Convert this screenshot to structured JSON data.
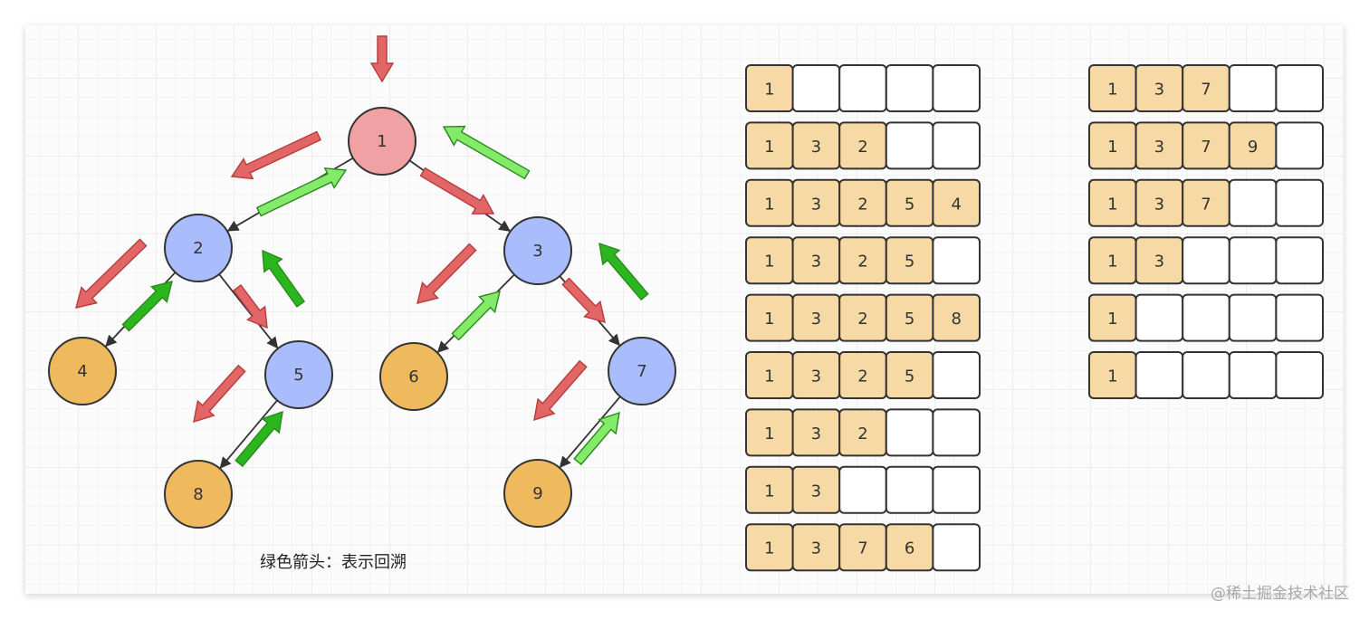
{
  "colors": {
    "grid": "#e4e4e4",
    "panel_bg": "#fbfbfb",
    "root_fill": "#f0a1a3",
    "mid_fill": "#a9bcfb",
    "leaf_fill": "#efb95d",
    "cell_filled": "#f6d9a5",
    "cell_empty": "#ffffff",
    "cell_stroke": "#333333",
    "red_arrow": "#e36666",
    "red_arrow_stroke": "#b53d3d",
    "green_arrow_light": "#84ea6a",
    "green_arrow_dark": "#2bb51e",
    "green_arrow_stroke": "#2a8a1c",
    "edge": "#333333"
  },
  "tree": {
    "nodes": [
      {
        "id": "1",
        "label": "1",
        "kind": "root"
      },
      {
        "id": "2",
        "label": "2",
        "kind": "mid"
      },
      {
        "id": "3",
        "label": "3",
        "kind": "mid"
      },
      {
        "id": "4",
        "label": "4",
        "kind": "leaf"
      },
      {
        "id": "5",
        "label": "5",
        "kind": "mid"
      },
      {
        "id": "6",
        "label": "6",
        "kind": "leaf"
      },
      {
        "id": "7",
        "label": "7",
        "kind": "mid"
      },
      {
        "id": "8",
        "label": "8",
        "kind": "leaf"
      },
      {
        "id": "9",
        "label": "9",
        "kind": "leaf"
      }
    ],
    "edges": [
      {
        "from": "1",
        "to": "2"
      },
      {
        "from": "1",
        "to": "3"
      },
      {
        "from": "2",
        "to": "4"
      },
      {
        "from": "2",
        "to": "5"
      },
      {
        "from": "3",
        "to": "6"
      },
      {
        "from": "3",
        "to": "7"
      },
      {
        "from": "5",
        "to": "8"
      },
      {
        "from": "7",
        "to": "9"
      }
    ]
  },
  "legend": {
    "caption": "绿色箭头：表示回溯"
  },
  "path_states": {
    "column_a": [
      [
        "1",
        "",
        "",
        "",
        ""
      ],
      [
        "1",
        "3",
        "2",
        "",
        ""
      ],
      [
        "1",
        "3",
        "2",
        "5",
        "4"
      ],
      [
        "1",
        "3",
        "2",
        "5",
        ""
      ],
      [
        "1",
        "3",
        "2",
        "5",
        "8"
      ],
      [
        "1",
        "3",
        "2",
        "5",
        ""
      ],
      [
        "1",
        "3",
        "2",
        "",
        ""
      ],
      [
        "1",
        "3",
        "",
        "",
        ""
      ],
      [
        "1",
        "3",
        "7",
        "6",
        ""
      ]
    ],
    "column_b": [
      [
        "1",
        "3",
        "7",
        "",
        ""
      ],
      [
        "1",
        "3",
        "7",
        "9",
        ""
      ],
      [
        "1",
        "3",
        "7",
        "",
        ""
      ],
      [
        "1",
        "3",
        "",
        "",
        ""
      ],
      [
        "1",
        "",
        "",
        "",
        ""
      ],
      [
        "1",
        "",
        "",
        "",
        ""
      ]
    ]
  },
  "watermark": "@稀土掘金技术社区"
}
